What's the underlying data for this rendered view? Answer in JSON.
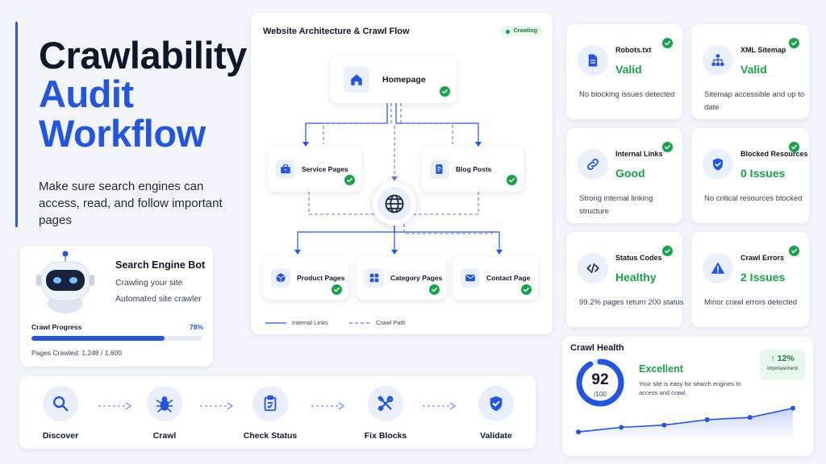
{
  "hero": {
    "title_line1": "Crawlability",
    "title_line2": "Audit",
    "title_line3": "Workflow",
    "subtitle": "Make sure search engines can access, read, and follow important pages"
  },
  "bot": {
    "title": "Search Engine Bot",
    "line1": "Crawling your site",
    "line2": "Automated site crawler",
    "progress_label": "Crawl Progress",
    "progress_percent": "78%",
    "progress_value": 0.78,
    "pages_crawled": "Pages Crawled: 1,248 / 1,600"
  },
  "steps": [
    {
      "label": "Discover",
      "icon": "search-icon"
    },
    {
      "label": "Crawl",
      "icon": "bug-icon"
    },
    {
      "label": "Check Status",
      "icon": "clipboard-icon"
    },
    {
      "label": "Fix Blocks",
      "icon": "tools-icon"
    },
    {
      "label": "Validate",
      "icon": "shield-check-icon"
    }
  ],
  "architecture": {
    "title": "Website Architecture & Crawl Flow",
    "status": "Crawling",
    "homepage": "Homepage",
    "service_pages": "Service Pages",
    "blog_posts": "Blog Posts",
    "product_pages": "Product Pages",
    "category_pages": "Category Pages",
    "contact_page": "Contact Page",
    "legend_internal": "Internal Links",
    "legend_crawl": "Crawl Path"
  },
  "stats": [
    {
      "title": "Robots.txt",
      "value": "Valid",
      "desc": "No blocking issues detected",
      "icon": "document-icon"
    },
    {
      "title": "XML Sitemap",
      "value": "Valid",
      "desc": "Sitemap accessible and up to date",
      "icon": "sitemap-icon"
    },
    {
      "title": "Internal Links",
      "value": "Good",
      "desc": "Strong internal linking structure",
      "icon": "link-icon"
    },
    {
      "title": "Blocked Resources",
      "value": "0 Issues",
      "desc": "No critical resources blocked",
      "icon": "shield-icon"
    },
    {
      "title": "Status Codes",
      "value": "Healthy",
      "desc": "99.2% pages return 200 status",
      "icon": "code-icon"
    },
    {
      "title": "Crawl Errors",
      "value": "2 Issues",
      "desc": "Minor crawl errors detected",
      "icon": "warning-icon"
    }
  ],
  "health": {
    "title": "Crawl Health",
    "score": "92",
    "score_value": 92,
    "denominator": "/100",
    "state": "Excellent",
    "description": "Your site is easy for search engines to access and crawl.",
    "change": "↑ 12%",
    "change_label": "Improvement",
    "trend": [
      34,
      40,
      43,
      50,
      53,
      65
    ]
  },
  "colors": {
    "accent": "#2055e5",
    "success": "#16a34a",
    "alert": "#2055e5",
    "background": "#f3f5fa"
  }
}
